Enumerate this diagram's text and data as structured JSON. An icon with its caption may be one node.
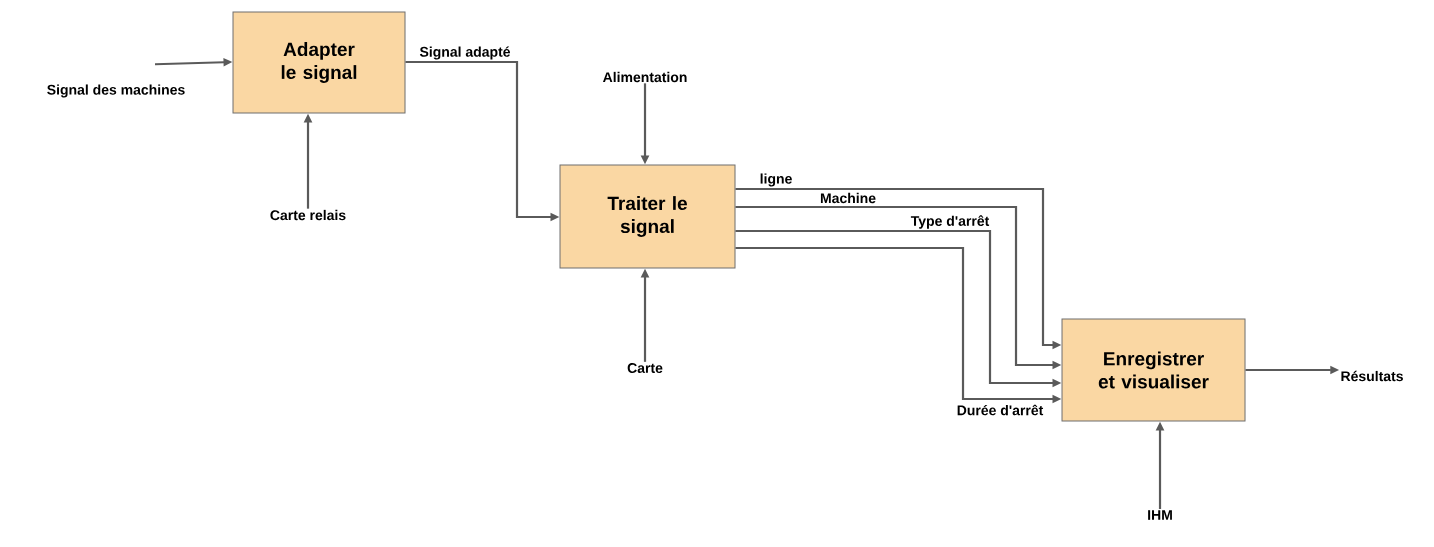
{
  "diagram": {
    "nodes": [
      {
        "text": [
          "Adapter le signal"
        ]
      },
      {
        "text": [
          "Traiter le signal"
        ]
      },
      {
        "text": [
          "Enregistrer et visualiser"
        ]
      },
      {
        "text": [
          "Signal des machines"
        ]
      },
      {
        "text": [
          "Carte relais"
        ]
      },
      {
        "text": [
          "Alimentation"
        ]
      },
      {
        "text": [
          "Carte"
        ]
      },
      {
        "text": [
          "IHM"
        ]
      },
      {
        "text": [
          "Résultats"
        ]
      }
    ],
    "edges": [
      {
        "from": 3,
        "to": 0,
        "arrow": "to"
      },
      {
        "from": 4,
        "to": 0,
        "arrow": "to"
      },
      {
        "from": 0,
        "to": 1,
        "arrow": "to",
        "label": "Signal adapté"
      },
      {
        "from": 5,
        "to": 1,
        "arrow": "to"
      },
      {
        "from": 6,
        "to": 1,
        "arrow": "to"
      },
      {
        "from": 1,
        "to": 2,
        "arrow": "to",
        "label": "ligne"
      },
      {
        "from": 1,
        "to": 2,
        "arrow": "to",
        "label": "Machine"
      },
      {
        "from": 1,
        "to": 2,
        "arrow": "to",
        "label": "Type d'arrêt"
      },
      {
        "from": 1,
        "to": 2,
        "arrow": "to",
        "label": "Durée d'arrêt"
      },
      {
        "from": 7,
        "to": 2,
        "arrow": "to"
      },
      {
        "from": 2,
        "to": 8,
        "arrow": "to"
      }
    ]
  }
}
